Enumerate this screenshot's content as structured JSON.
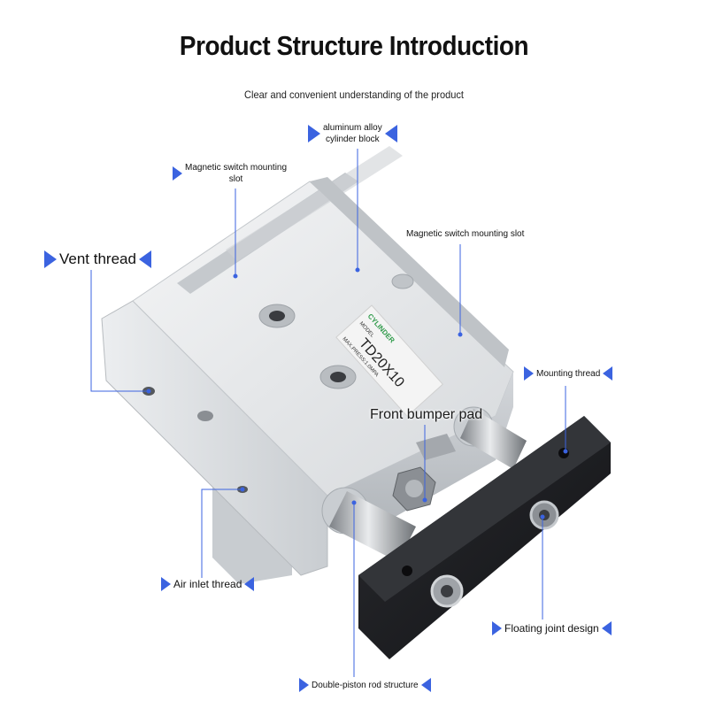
{
  "page": {
    "title": "Product Structure Introduction",
    "subtitle": "Clear and convenient understanding of the product"
  },
  "product": {
    "plate_brand": "CYLINDER",
    "plate_model_label": "MODEL",
    "plate_model": "TD20X10",
    "plate_pressure": "MAX.PRESS:1.0MPA"
  },
  "callouts": {
    "aluminum_block": "aluminum alloy cylinder block",
    "aluminum_block_line1": "aluminum alloy",
    "aluminum_block_line2": "cylinder block",
    "mag_slot_left_line1": "Magnetic switch mounting",
    "mag_slot_left_line2": "slot",
    "mag_slot_right": "Magnetic switch mounting slot",
    "vent_thread": "Vent thread",
    "mounting_thread": "Mounting thread",
    "front_bumper": "Front bumper pad",
    "air_inlet": "Air inlet thread",
    "floating_joint": "Floating joint design",
    "double_piston": "Double-piston rod structure"
  },
  "colors": {
    "accent": "#3b63e0",
    "body": "#d9dcdf",
    "plate": "#1c1d20"
  }
}
